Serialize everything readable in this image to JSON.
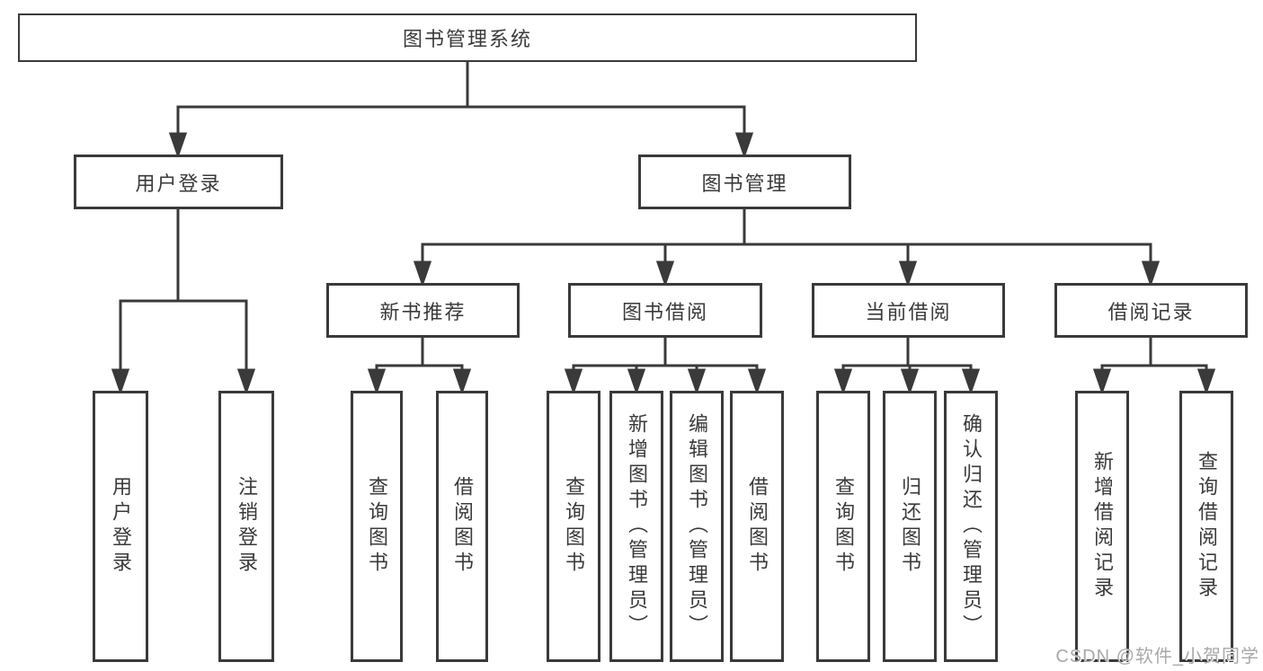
{
  "tree": {
    "label": "图书管理系统",
    "children": [
      {
        "label": "用户登录",
        "children": [
          {
            "label": "用户登录"
          },
          {
            "label": "注销登录"
          }
        ]
      },
      {
        "label": "图书管理",
        "children": [
          {
            "label": "新书推荐",
            "children": [
              {
                "label": "查询图书"
              },
              {
                "label": "借阅图书"
              }
            ]
          },
          {
            "label": "图书借阅",
            "children": [
              {
                "label": "查询图书"
              },
              {
                "label": "新增图书（管理员）"
              },
              {
                "label": "编辑图书（管理员）"
              },
              {
                "label": "借阅图书"
              }
            ]
          },
          {
            "label": "当前借阅",
            "children": [
              {
                "label": "查询图书"
              },
              {
                "label": "归还图书"
              },
              {
                "label": "确认归还（管理员）"
              }
            ]
          },
          {
            "label": "借阅记录",
            "children": [
              {
                "label": "新增借阅记录"
              },
              {
                "label": "查询借阅记录"
              }
            ]
          }
        ]
      }
    ]
  },
  "watermark": "CSDN @软件_小贺同学",
  "colors": {
    "line": "#3a3a3a",
    "text": "#3a3a3a",
    "box_fill": "#ffffff",
    "watermark": "#a8a8a8",
    "background": "#ffffff"
  }
}
